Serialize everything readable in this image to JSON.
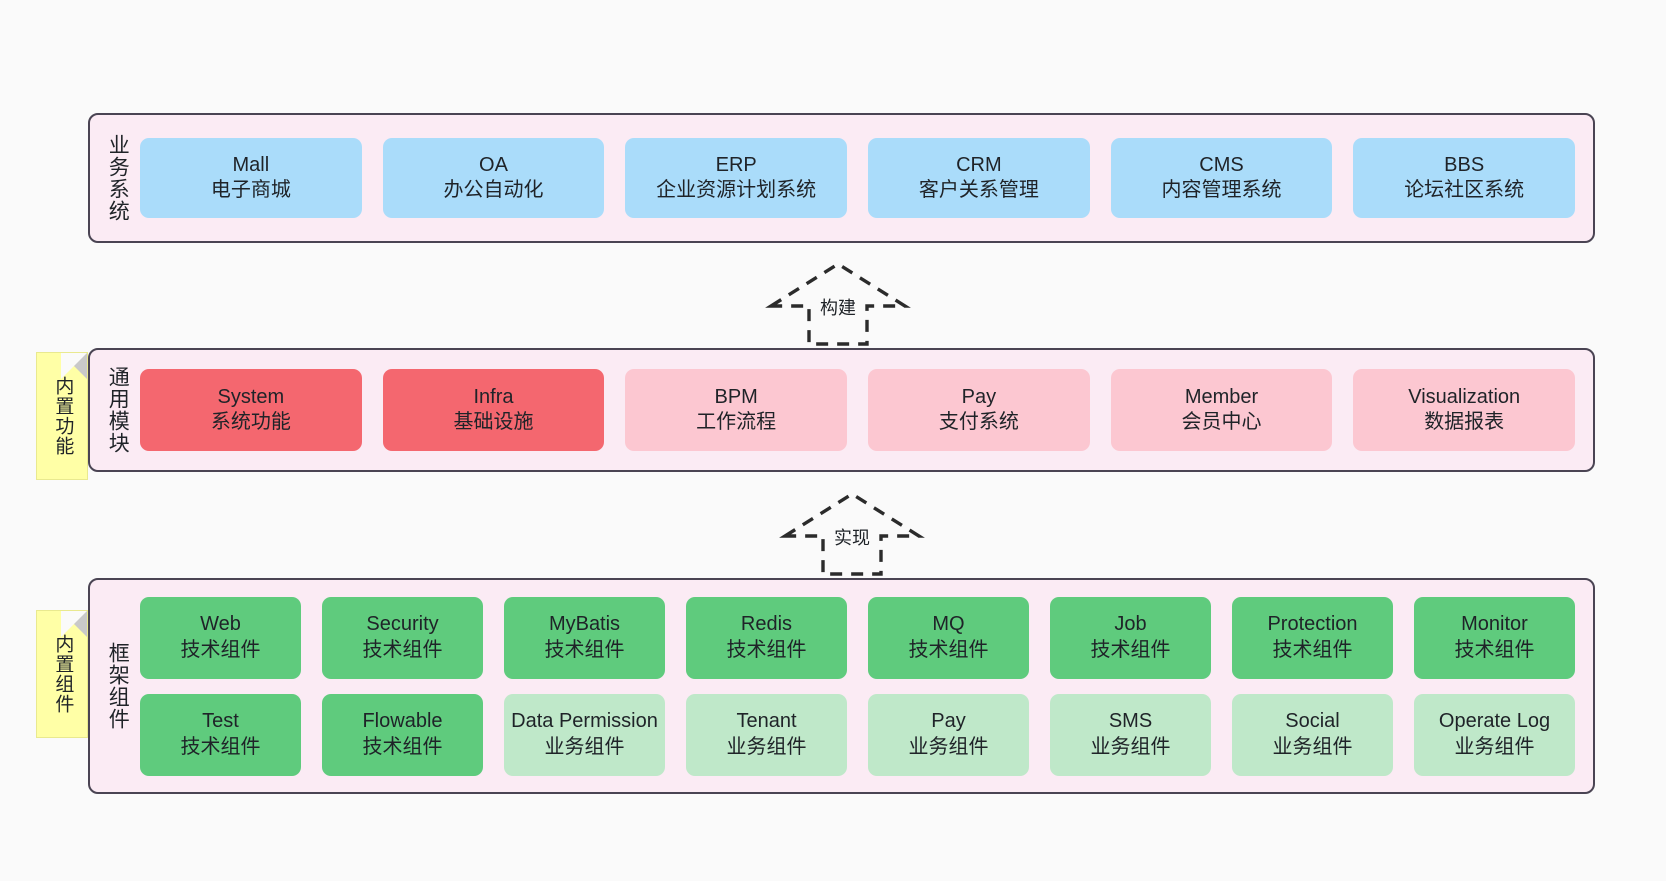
{
  "diagram": {
    "background": "#fafafa",
    "panel_fill": "#fbebf4",
    "panel_border": "#4a4453",
    "sticky_fill": "#ffffa6",
    "colors": {
      "business": "#aadcfa",
      "module_active": "#f4676f",
      "module_plain": "#fcc7d1",
      "tech_component": "#5fcb7d",
      "biz_component": "#bfe8c9"
    }
  },
  "layers": [
    {
      "id": "business",
      "title": "业务系统",
      "sticky": null,
      "rows": [
        {
          "cells": [
            {
              "name": "Mall",
              "sub": "电子商城",
              "color": "#aadcfa"
            },
            {
              "name": "OA",
              "sub": "办公自动化",
              "color": "#aadcfa"
            },
            {
              "name": "ERP",
              "sub": "企业资源计划系统",
              "color": "#aadcfa"
            },
            {
              "name": "CRM",
              "sub": "客户关系管理",
              "color": "#aadcfa"
            },
            {
              "name": "CMS",
              "sub": "内容管理系统",
              "color": "#aadcfa"
            },
            {
              "name": "BBS",
              "sub": "论坛社区系统",
              "color": "#aadcfa"
            }
          ]
        }
      ]
    },
    {
      "id": "modules",
      "title": "通用模块",
      "sticky": "内置功能",
      "rows": [
        {
          "cells": [
            {
              "name": "System",
              "sub": "系统功能",
              "color": "#f4676f"
            },
            {
              "name": "Infra",
              "sub": "基础设施",
              "color": "#f4676f"
            },
            {
              "name": "BPM",
              "sub": "工作流程",
              "color": "#fcc7d1"
            },
            {
              "name": "Pay",
              "sub": "支付系统",
              "color": "#fcc7d1"
            },
            {
              "name": "Member",
              "sub": "会员中心",
              "color": "#fcc7d1"
            },
            {
              "name": "Visualization",
              "sub": "数据报表",
              "color": "#fcc7d1"
            }
          ]
        }
      ]
    },
    {
      "id": "framework",
      "title": "框架组件",
      "sticky": "内置组件",
      "rows": [
        {
          "cells": [
            {
              "name": "Web",
              "sub": "技术组件",
              "color": "#5fcb7d"
            },
            {
              "name": "Security",
              "sub": "技术组件",
              "color": "#5fcb7d"
            },
            {
              "name": "MyBatis",
              "sub": "技术组件",
              "color": "#5fcb7d"
            },
            {
              "name": "Redis",
              "sub": "技术组件",
              "color": "#5fcb7d"
            },
            {
              "name": "MQ",
              "sub": "技术组件",
              "color": "#5fcb7d"
            },
            {
              "name": "Job",
              "sub": "技术组件",
              "color": "#5fcb7d"
            },
            {
              "name": "Protection",
              "sub": "技术组件",
              "color": "#5fcb7d"
            },
            {
              "name": "Monitor",
              "sub": "技术组件",
              "color": "#5fcb7d"
            }
          ]
        },
        {
          "cells": [
            {
              "name": "Test",
              "sub": "技术组件",
              "color": "#5fcb7d"
            },
            {
              "name": "Flowable",
              "sub": "技术组件",
              "color": "#5fcb7d"
            },
            {
              "name": "Data Permission",
              "sub": "业务组件",
              "color": "#bfe8c9",
              "wrap": true
            },
            {
              "name": "Tenant",
              "sub": "业务组件",
              "color": "#bfe8c9"
            },
            {
              "name": "Pay",
              "sub": "业务组件",
              "color": "#bfe8c9"
            },
            {
              "name": "SMS",
              "sub": "业务组件",
              "color": "#bfe8c9"
            },
            {
              "name": "Social",
              "sub": "业务组件",
              "color": "#bfe8c9"
            },
            {
              "name": "Operate Log",
              "sub": "业务组件",
              "color": "#bfe8c9"
            }
          ]
        }
      ]
    }
  ],
  "arrows": [
    {
      "id": "build",
      "label": "构建"
    },
    {
      "id": "impl",
      "label": "实现"
    }
  ]
}
